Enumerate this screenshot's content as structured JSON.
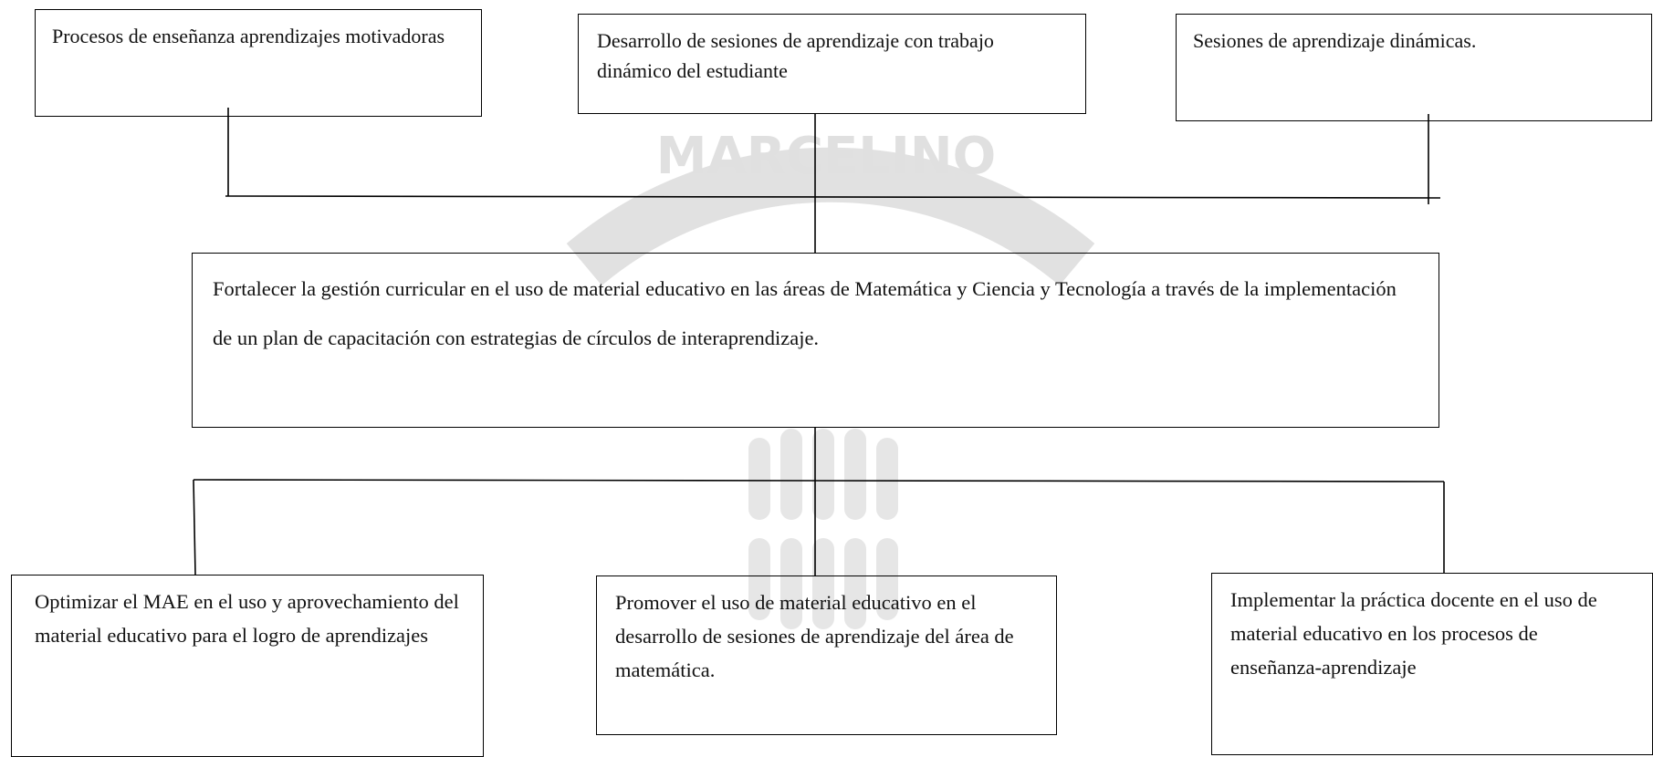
{
  "watermark": {
    "text": "MARCELINO",
    "color": "#d9d9d9"
  },
  "nodes": {
    "top": [
      {
        "text": "Procesos de enseñanza aprendizajes motivadoras"
      },
      {
        "text": "Desarrollo de sesiones de aprendizaje con trabajo dinámico del estudiante"
      },
      {
        "text": "Sesiones de aprendizaje dinámicas."
      }
    ],
    "center": {
      "text": "Fortalecer la gestión curricular en el uso de material educativo en las áreas de Matemática y Ciencia y Tecnología a través de la implementación de un plan de capacitación con estrategias de círculos de interaprendizaje."
    },
    "bottom": [
      {
        "text": "Optimizar el MAE en el uso y aprovechamiento del material educativo para el logro de aprendizajes"
      },
      {
        "text": "Promover el uso de material educativo en el desarrollo de sesiones de aprendizaje del área de matemática."
      },
      {
        "text": "Implementar la práctica docente en el uso de material educativo en los procesos de enseñanza-aprendizaje"
      }
    ]
  }
}
